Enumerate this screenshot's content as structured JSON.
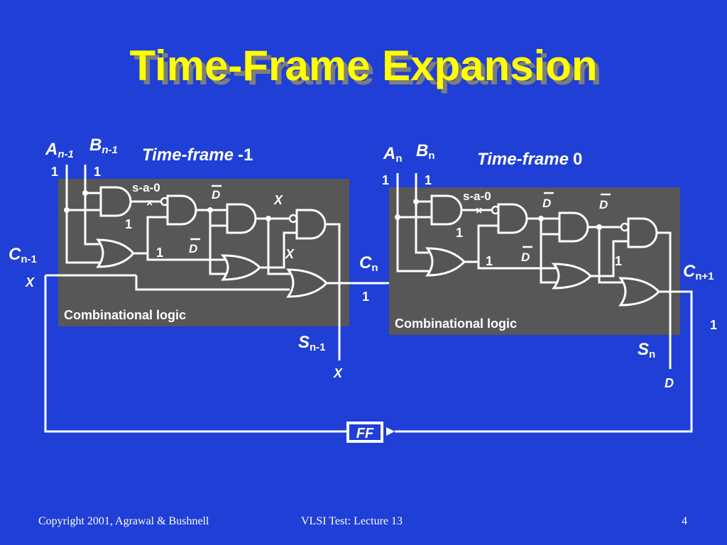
{
  "slide": {
    "title": "Time-Frame Expansion",
    "colors": {
      "background": "#1f3fd6",
      "title": "#ffff00",
      "logic_box": "#575757",
      "wire": "#ffffff"
    }
  },
  "frame_left": {
    "label_italic": "Time-frame",
    "label_number": "-1",
    "box_label": "Combinational logic",
    "input_a_main": "A",
    "input_a_sub": "n-1",
    "input_b_main": "B",
    "input_b_sub": "n-1",
    "input_a_value": "1",
    "input_b_value": "1",
    "carry_in_main": "C",
    "carry_in_sub": "n-1",
    "carry_in_value": "X",
    "sum_main": "S",
    "sum_sub": "n-1",
    "sum_value": "X",
    "fault": "s-a-0",
    "fault_symbol": "×",
    "sig_d1": "D",
    "sig_x1": "X",
    "sig_one1": "1",
    "sig_one2": "1",
    "sig_d2": "D",
    "sig_x2": "X"
  },
  "frame_right": {
    "label_italic": "Time-frame",
    "label_number": "0",
    "box_label": "Combinational logic",
    "input_a_main": "A",
    "input_a_sub": "n",
    "input_b_main": "B",
    "input_b_sub": "n",
    "input_a_value": "1",
    "input_b_value": "1",
    "carry_in_main": "C",
    "carry_in_sub": "n",
    "carry_in_value": "1",
    "carry_out_main": "C",
    "carry_out_sub": "n+1",
    "carry_out_value": "1",
    "sum_main": "S",
    "sum_sub": "n",
    "sum_value": "D",
    "fault": "s-a-0",
    "fault_symbol": "×",
    "sig_d1": "D",
    "sig_d2": "D",
    "sig_one1": "1",
    "sig_one2": "1",
    "sig_d3": "D",
    "sig_one3": "1"
  },
  "flipflop": {
    "label": "FF"
  },
  "footer": {
    "copyright": "Copyright 2001, Agrawal & Bushnell",
    "course": "VLSI Test: Lecture 13",
    "page": "4"
  }
}
